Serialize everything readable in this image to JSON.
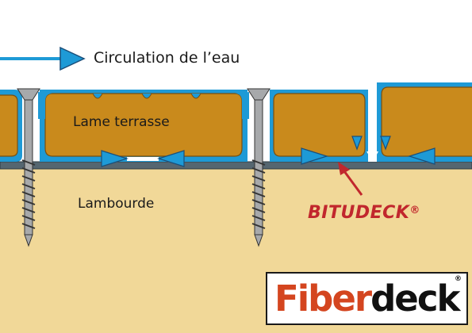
{
  "labels": {
    "flow": "Circulation de l’eau",
    "plank": "Lame terrasse",
    "joist": "Lambourde",
    "membrane": "BITUDECK",
    "membrane_mark": "®"
  },
  "logo": {
    "part1": "Fiber",
    "part2": "deck",
    "mark": "®"
  },
  "colors": {
    "water": "#1e9ad6",
    "plank": "#c98a1c",
    "joist": "#f1d898",
    "membrane": "#556670",
    "accent_red": "#c1272d",
    "logo_orange": "#d4451f"
  },
  "icons": [
    "flow-arrow-icon",
    "screw-icon",
    "pointer-arrow-icon"
  ]
}
